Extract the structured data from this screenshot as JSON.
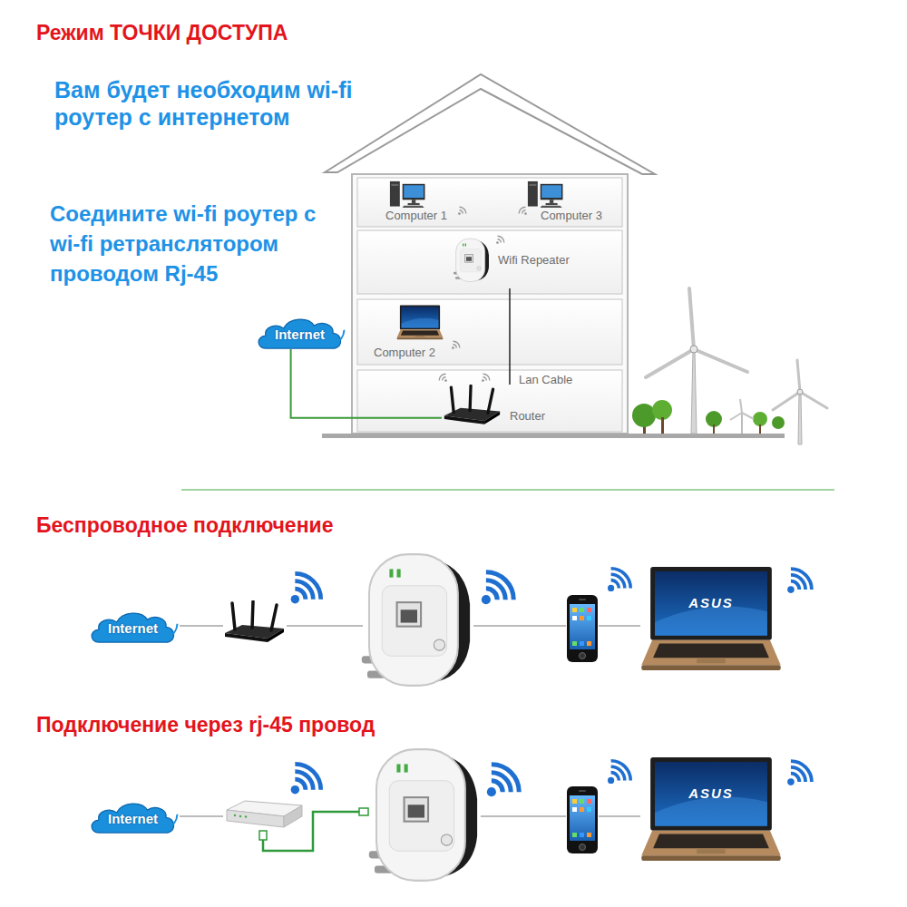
{
  "diagram": {
    "title": "Режим ТОЧКИ ДОСТУПА",
    "nodes": [
      {
        "text": [
          "Wifi Repeater"
        ]
      },
      {
        "text": [
          "Internet"
        ]
      },
      {
        "text": [
          "Router"
        ]
      },
      {
        "text": [
          "Internet"
        ]
      },
      {
        "text": [
          "Internet"
        ]
      }
    ],
    "edges": [
      {
        "from": 1,
        "to": 2,
        "arrow": "none"
      },
      {
        "from": 2,
        "to": 0,
        "arrow": "none"
      }
    ],
    "labels": [
      "Вам будет необходим wi-fi роутер с интернетом",
      "Computer 1",
      "Computer 3",
      "Соедините wi-fi роутер с wi-fi ретранслятором проводом Rj-45",
      "Computer 2",
      "Lan Cable",
      "Беспроводное подключение",
      "ASUS",
      "Подключение через rj-45 провод",
      "ASUS"
    ]
  }
}
